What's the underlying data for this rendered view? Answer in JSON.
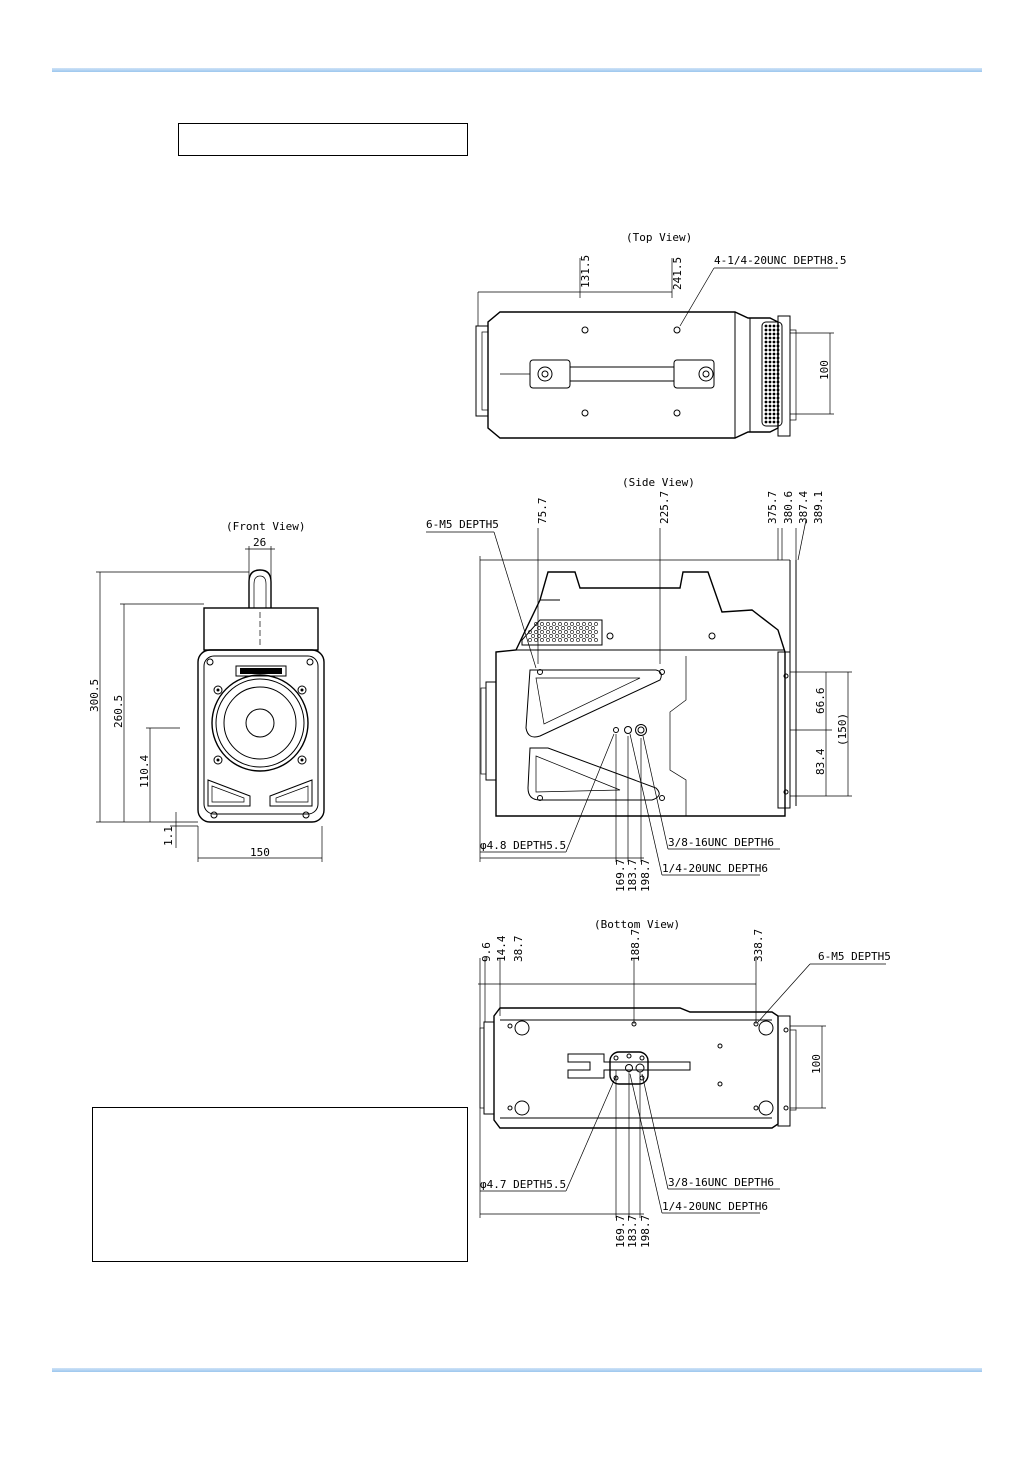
{
  "views": {
    "top": {
      "title": "(Top View)",
      "dims": [
        "131.5",
        "241.5",
        "100"
      ],
      "note": "4-1/4-20UNC DEPTH8.5"
    },
    "side": {
      "title": "(Side View)",
      "top_dims": [
        "75.7",
        "225.7",
        "375.7",
        "380.6",
        "387.4",
        "389.1"
      ],
      "right_dims": [
        "66.6",
        "83.4",
        "(150)"
      ],
      "bottom_dims": [
        "169.7",
        "183.7",
        "198.7"
      ],
      "notes": [
        "6-M5 DEPTH5",
        "φ4.8 DEPTH5.5",
        "3/8-16UNC DEPTH6",
        "1/4-20UNC DEPTH6"
      ]
    },
    "front": {
      "title": "(Front View)",
      "dims": [
        "26",
        "300.5",
        "260.5",
        "110.4",
        "1.1",
        "150"
      ]
    },
    "bottom": {
      "title": "(Bottom View)",
      "top_dims": [
        "9.6",
        "14.4",
        "38.7",
        "188.7",
        "338.7"
      ],
      "right_dims": [
        "100"
      ],
      "bottom_dims": [
        "169.7",
        "183.7",
        "198.7"
      ],
      "notes": [
        "6-M5 DEPTH5",
        "φ4.7 DEPTH5.5",
        "3/8-16UNC DEPTH6",
        "1/4-20UNC DEPTH6"
      ]
    }
  }
}
